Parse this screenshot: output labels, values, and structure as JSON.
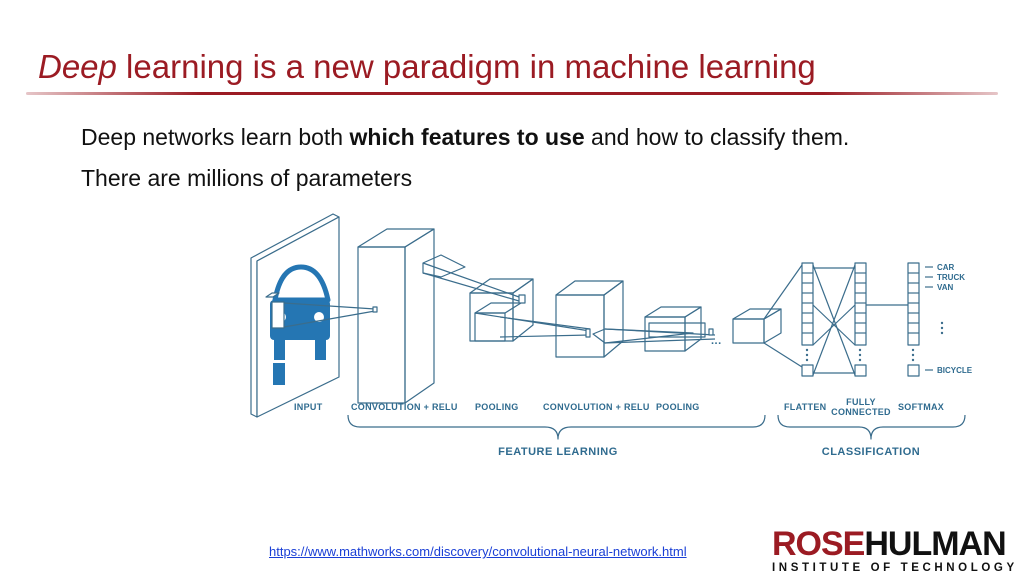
{
  "slide": {
    "title_emphasis": "Deep",
    "title_rest": " learning is a new paradigm in machine learning",
    "line1_pre": "Deep networks learn both ",
    "line1_bold": "which features to use",
    "line1_post": " and how to classify them.",
    "line2": "There are millions of parameters"
  },
  "figure": {
    "stage_labels": {
      "input": "INPUT",
      "conv1": "CONVOLUTION + RELU",
      "pool1": "POOLING",
      "conv2": "CONVOLUTION + RELU",
      "pool2": "POOLING",
      "flatten": "FLATTEN",
      "fc_line1": "FULLY",
      "fc_line2": "CONNECTED",
      "softmax": "SOFTMAX"
    },
    "group_labels": {
      "feature_learning": "FEATURE LEARNING",
      "classification": "CLASSIFICATION"
    },
    "classes": [
      "CAR",
      "TRUCK",
      "VAN",
      "BICYCLE"
    ],
    "ellipsis": "...",
    "colors": {
      "line": "#3b6d8c",
      "car": "#2576b3",
      "label": "#2f6b8f"
    }
  },
  "source": {
    "link": "https://www.mathworks.com/discovery/convolutional-neural-network.html"
  },
  "logo": {
    "rose": "ROSE",
    "hulman": "HULMAN",
    "subtitle": "INSTITUTE OF TECHNOLOGY",
    "colors": {
      "rose": "#9b1b23",
      "hulman": "#111111"
    }
  }
}
